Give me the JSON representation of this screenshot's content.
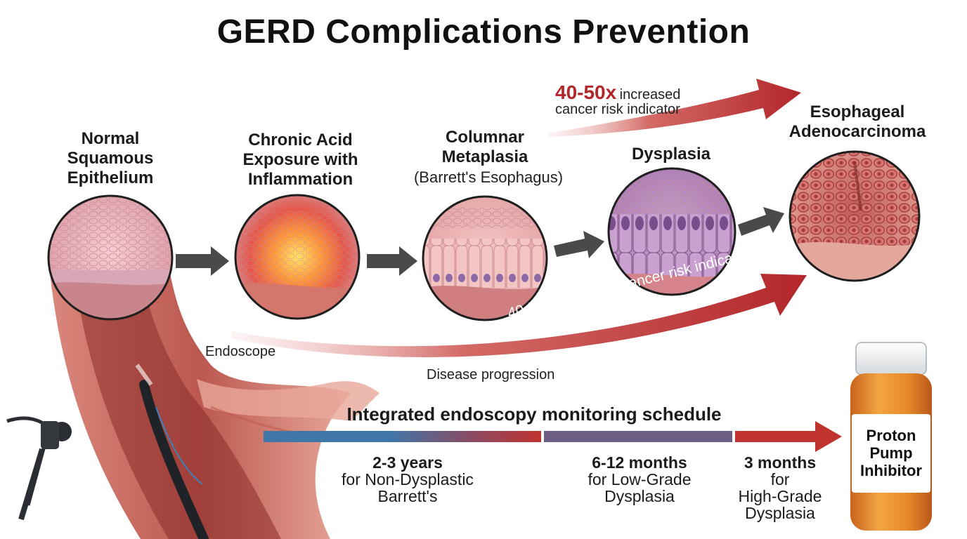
{
  "title": "GERD Complications Prevention",
  "stages": [
    {
      "label": "Normal Squamous Epithelium",
      "sub": ""
    },
    {
      "label": "Chronic Acid Exposure with Inflammation",
      "sub": ""
    },
    {
      "label": "Columnar Metaplasia",
      "sub": "(Barrett's Esophagus)"
    },
    {
      "label": "Dysplasia",
      "sub": ""
    },
    {
      "label": "Esophageal Adenocarcinoma",
      "sub": ""
    }
  ],
  "risk_top": {
    "big": "40-50x",
    "rest": "increased",
    "line2": "cancer risk indicator"
  },
  "risk_curved": "40-50x increased cancer risk indicator",
  "endoscope_label": "Endoscope",
  "progression_label": "Disease progression",
  "schedule": {
    "title": "Integrated endoscopy monitoring schedule",
    "intervals": [
      {
        "period": "2-3 years",
        "detail1": "for Non-Dysplastic",
        "detail2": "Barrett's",
        "detail3": ""
      },
      {
        "period": "6-12 months",
        "detail1": "for Low-Grade",
        "detail2": "Dysplasia",
        "detail3": ""
      },
      {
        "period": "3 months",
        "detail1": "for",
        "detail2": "High-Grade",
        "detail3": "Dysplasia"
      }
    ]
  },
  "pill_bottle": {
    "line1": "Proton",
    "line2": "Pump",
    "line3": "Inhibitor"
  },
  "colors": {
    "accent_red": "#b3262a",
    "timeline_blue": "#3f77a8",
    "arrow_gray": "#4a4a4a",
    "bottle_orange": "#e8892a"
  }
}
